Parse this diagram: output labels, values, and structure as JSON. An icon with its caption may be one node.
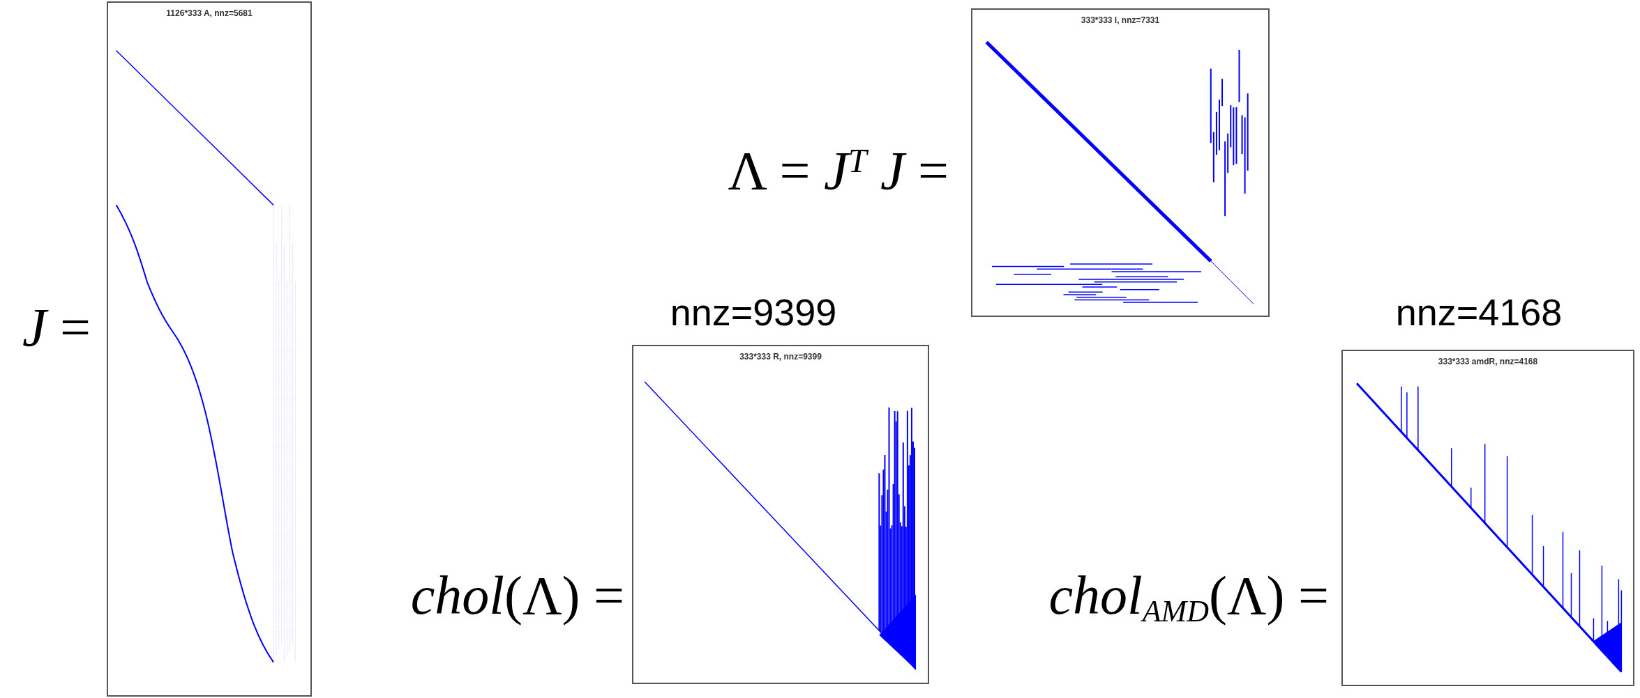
{
  "diagram": {
    "nodes": [
      {
        "text": [
          "1126*333 A, nnz=5681"
        ]
      },
      {
        "text": [
          "333*333 I, nnz=7331"
        ]
      },
      {
        "text": [
          "333*333 R, nnz=9399"
        ],
        "beside": [
          "nnz=9399"
        ]
      },
      {
        "text": [
          "333*333 amdR, nnz=4168"
        ],
        "beside": [
          "nnz=4168"
        ]
      }
    ],
    "edges": [],
    "labels": [
      "*J* =",
      "Λ = *J*$^{T}$ *J* =",
      "*chol*(Λ) =",
      "*chol*$_{AMD}$(Λ) ="
    ]
  }
}
